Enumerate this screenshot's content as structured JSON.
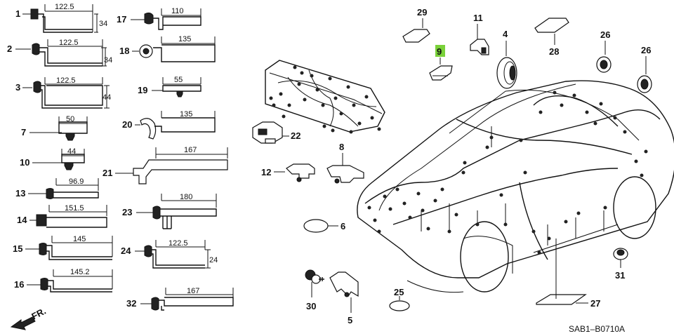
{
  "diagram_code": "SAB1–B0710A",
  "front_label": "FR.",
  "highlight_color": "#7ad13a",
  "clips": [
    {
      "callout": "1",
      "dims": [
        "122.5",
        "34"
      ]
    },
    {
      "callout": "2",
      "dims": [
        "122.5",
        "34"
      ]
    },
    {
      "callout": "3",
      "dims": [
        "122.5",
        "44"
      ]
    },
    {
      "callout": "7",
      "dims": [
        "50"
      ]
    },
    {
      "callout": "10",
      "dims": [
        "44"
      ]
    },
    {
      "callout": "13",
      "dims": [
        "96.9"
      ]
    },
    {
      "callout": "14",
      "dims": [
        "151.5"
      ]
    },
    {
      "callout": "15",
      "dims": [
        "145"
      ]
    },
    {
      "callout": "16",
      "dims": [
        "145.2"
      ]
    },
    {
      "callout": "17",
      "dims": [
        "110"
      ]
    },
    {
      "callout": "18",
      "dims": [
        "135"
      ]
    },
    {
      "callout": "19",
      "dims": [
        "55"
      ]
    },
    {
      "callout": "20",
      "dims": [
        "135"
      ]
    },
    {
      "callout": "21",
      "dims": [
        "167"
      ]
    },
    {
      "callout": "23",
      "dims": [
        "180"
      ]
    },
    {
      "callout": "24",
      "dims": [
        "122.5",
        "24"
      ]
    },
    {
      "callout": "32",
      "dims": [
        "167"
      ]
    }
  ],
  "parts": {
    "p4": "4",
    "p5": "5",
    "p6": "6",
    "p8": "8",
    "p9": "9",
    "p11": "11",
    "p12": "12",
    "p22": "22",
    "p25": "25",
    "p26a": "26",
    "p26b": "26",
    "p27": "27",
    "p28": "28",
    "p29": "29",
    "p30": "30",
    "p31": "31"
  }
}
